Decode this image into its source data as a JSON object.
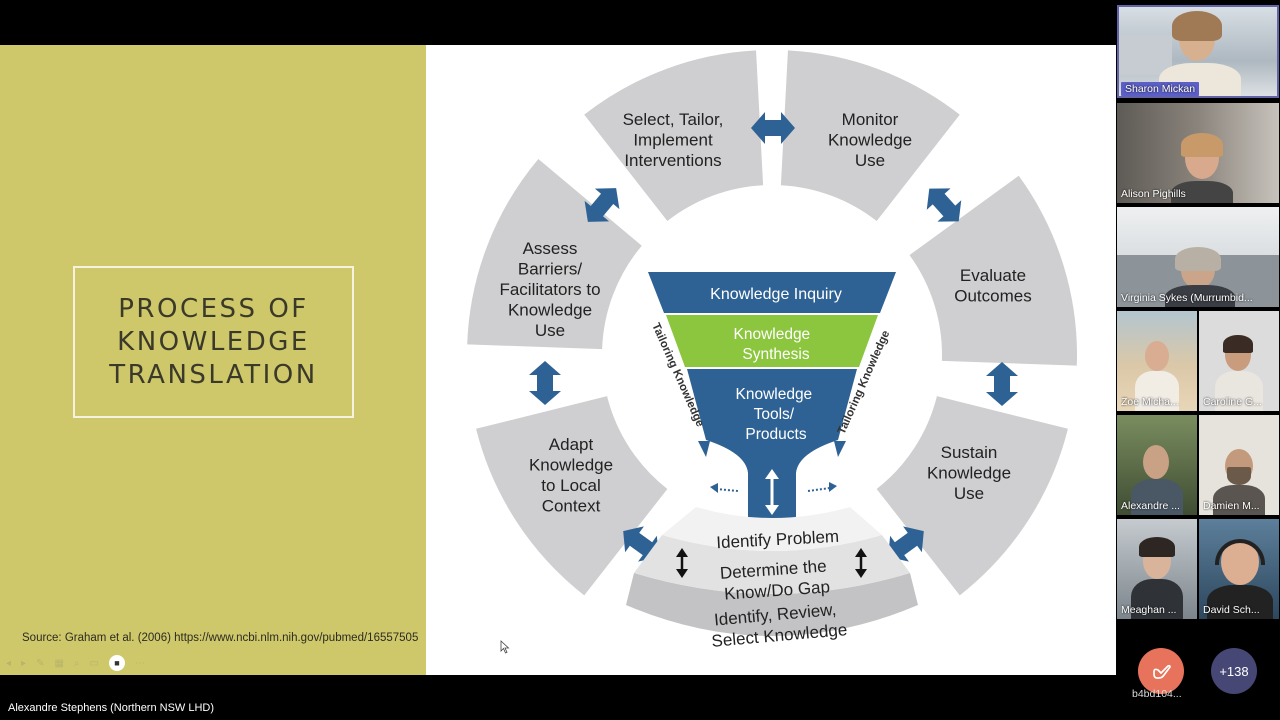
{
  "slide": {
    "title": "PROCESS OF\nKNOWLEDGE\nTRANSLATION",
    "source": "Source: Graham et al. (2006) https://www.ncbi.nlm.nih.gov/pubmed/16557505"
  },
  "diagram": {
    "segments": [
      {
        "id": "select",
        "lines": [
          "Select, Tailor,",
          "Implement",
          "Interventions"
        ]
      },
      {
        "id": "monitor",
        "lines": [
          "Monitor",
          "Knowledge",
          "Use"
        ]
      },
      {
        "id": "evaluate",
        "lines": [
          "Evaluate",
          "Outcomes"
        ]
      },
      {
        "id": "sustain",
        "lines": [
          "Sustain",
          "Knowledge",
          "Use"
        ]
      },
      {
        "id": "adapt",
        "lines": [
          "Adapt",
          "Knowledge",
          "to Local",
          "Context"
        ]
      },
      {
        "id": "assess",
        "lines": [
          "Assess",
          "Barriers/",
          "Facilitators to",
          "Knowledge",
          "Use"
        ]
      }
    ],
    "funnel": {
      "inquiry": "Knowledge Inquiry",
      "synthesis": [
        "Knowledge",
        "Synthesis"
      ],
      "tools": [
        "Knowledge",
        "Tools/",
        "Products"
      ],
      "tailoring": "Tailoring Knowledge"
    },
    "bottom": {
      "identify": "Identify Problem",
      "determine": [
        "Determine the",
        "Know/Do Gap"
      ],
      "review": [
        "Identify, Review,",
        "Select Knowledge"
      ]
    },
    "colors": {
      "gray": "#cfcfd1",
      "blue": "#2f6294",
      "green": "#8cc63f"
    }
  },
  "participants": [
    {
      "name": "Sharon Mickan",
      "speaking": true
    },
    {
      "name": "Alison Pighills"
    },
    {
      "name": "Virginia Sykes (Murrumbid..."
    },
    {
      "name": "Zoe Micha..."
    },
    {
      "name": "Caroline G..."
    },
    {
      "name": "Alexandre ..."
    },
    {
      "name": "Damien M..."
    },
    {
      "name": "Meaghan ..."
    },
    {
      "name": "David Sch..."
    }
  ],
  "controls": {
    "call_label": "b4bd104...",
    "more_count": "+138",
    "call_icon": "hand-raise-icon"
  },
  "presenter_label": "Alexandre Stephens (Northern NSW LHD)"
}
